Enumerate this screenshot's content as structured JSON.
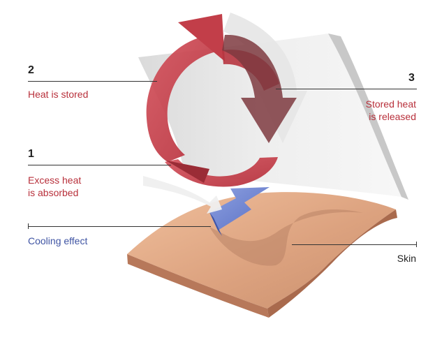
{
  "labels": {
    "step2": {
      "number": "2",
      "text": "Heat is stored"
    },
    "step3": {
      "number": "3",
      "line1": "Stored heat",
      "line2": "is released"
    },
    "step1": {
      "number": "1",
      "line1": "Excess heat",
      "line2": "is absorbed"
    },
    "cooling": "Cooling effect",
    "skin": "Skin"
  },
  "colors": {
    "heat_red": "#c63a46",
    "stored_dark_red": "#7a3338",
    "cooling_blue": "#6c82cf",
    "skin": "#d9a07c",
    "fabric_grey": "#dcdcdc",
    "label_red": "#b8303b",
    "label_blue": "#3f54a3"
  }
}
